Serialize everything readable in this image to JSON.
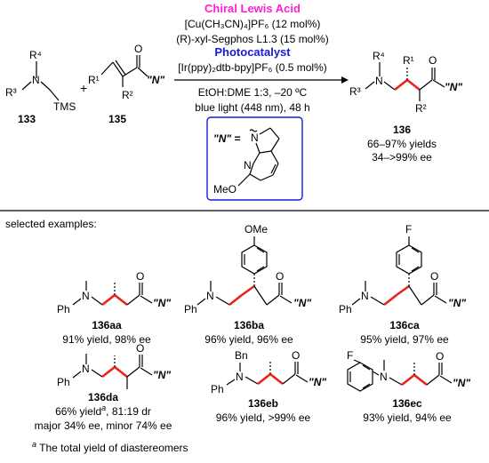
{
  "colors": {
    "lewis_acid": "#ff1fd1",
    "photocatalyst": "#1a1ad6",
    "red_bond": "#e8231c",
    "box_border": "#1a1ad6"
  },
  "reaction": {
    "reactant_1": {
      "id": "133",
      "atoms": {
        "r4": "R⁴",
        "r3": "R³",
        "n": "N",
        "tms": "TMS"
      }
    },
    "plus": "+",
    "reactant_2": {
      "id": "135",
      "atoms": {
        "r1": "R¹",
        "r2": "R²",
        "o": "O",
        "nstar": "\"N\""
      }
    },
    "product": {
      "id": "136",
      "atoms": {
        "r4": "R⁴",
        "r3": "R³",
        "n": "N",
        "r1": "R¹",
        "r2": "R²",
        "o": "O",
        "nstar": "\"N\""
      },
      "yields": "66–97% yields",
      "ee": "34–>99% ee"
    },
    "conditions": {
      "lewis_acid_title": "Chiral Lewis Acid",
      "line1": "[Cu(CH₃CN)₄]PF₆ (12 mol%)",
      "line2": "(R)-xyl-Segphos L1.3 (15 mol%)",
      "photocatalyst_title": "Photocatalyst",
      "line3": "[Ir(ppy)₂dtb-bpy]PF₆ (0.5 mol%)",
      "line4": "EtOH:DME 1:3, –20 ºC",
      "line5": "blue light (448 nm), 48 h"
    },
    "n_def": {
      "nstar": "\"N\" =",
      "n": "N",
      "n2": "N",
      "ome": "MeO"
    }
  },
  "examples": {
    "header": "selected examples:",
    "items": [
      {
        "id": "136aa",
        "text": "91% yield, 98% ee",
        "atoms": {
          "n": "N",
          "ph": "Ph",
          "o": "O",
          "nstar": "\"N\""
        }
      },
      {
        "id": "136ba",
        "text": "96% yield, 96% ee",
        "atoms": {
          "n": "N",
          "ph": "Ph",
          "o": "O",
          "nstar": "\"N\"",
          "ome": "OMe"
        }
      },
      {
        "id": "136ca",
        "text": "95% yield, 97% ee",
        "atoms": {
          "n": "N",
          "ph": "Ph",
          "o": "O",
          "nstar": "\"N\"",
          "f": "F"
        }
      },
      {
        "id": "136da",
        "text": "66% yield",
        "sup": "a",
        "text2": ", 81:19 dr",
        "text3": "major 34% ee, minor 74% ee",
        "atoms": {
          "n": "N",
          "ph": "Ph",
          "o": "O",
          "nstar": "\"N\""
        }
      },
      {
        "id": "136eb",
        "text": "96% yield, >99% ee",
        "atoms": {
          "n": "N",
          "ph": "Ph",
          "bn": "Bn",
          "o": "O",
          "nstar": "\"N\""
        }
      },
      {
        "id": "136ec",
        "text": "93% yield, 94% ee",
        "atoms": {
          "n": "N",
          "f": "F",
          "o": "O",
          "nstar": "\"N\""
        }
      }
    ],
    "footnote_sup": "a",
    "footnote": " The total yield of diastereomers"
  }
}
